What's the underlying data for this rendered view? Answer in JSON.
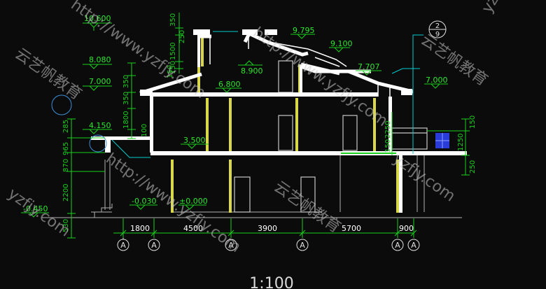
{
  "colors": {
    "background": "#0b0b0b",
    "wall": "#ffffff",
    "dimension": "#19d119",
    "elevation_text": "#2ee62e",
    "column": "#d8d84a",
    "leader": "#00cccc",
    "outline": "#b0b0b0",
    "window": "#2a3cd8",
    "watermark": "#c8c8c8",
    "grid_bubble": "#e0e0e0"
  },
  "elevations": {
    "e10600": "10.600",
    "e8080": "8.080",
    "e7000_left": "7.000",
    "e4150": "4.150",
    "e_minus0450": "-0.450",
    "e_minus0030": "-0.030",
    "e0000": "±0.000",
    "e3500": "3.500",
    "e6800": "6.800",
    "e8900": "8.900",
    "e9795": "9.795",
    "e9100": "9.100",
    "e7707": "7.707",
    "e7000_right": "7.000"
  },
  "vertical_dims": {
    "left": [
      "530",
      "2200",
      "870",
      "965",
      "285"
    ],
    "mid_left": [
      "100",
      "1800",
      "350",
      "350",
      "150"
    ],
    "top": [
      "350",
      "250",
      "1500",
      "150"
    ],
    "right_inner": [
      "150",
      "2250"
    ],
    "right_outer": [
      "250",
      "1250",
      "150"
    ]
  },
  "horizontal_dims": [
    "1800",
    "4500",
    "3900",
    "5700",
    "900"
  ],
  "grid_axes": [
    "A",
    "A",
    "A",
    "A",
    "A",
    "A"
  ],
  "section_ref": {
    "top": "2",
    "bottom": "9"
  },
  "scale": "1:100",
  "watermarks": {
    "brand": "云艺帆教育",
    "url": "http://www.yzfjy.com",
    "short": "yzfjy.com"
  }
}
